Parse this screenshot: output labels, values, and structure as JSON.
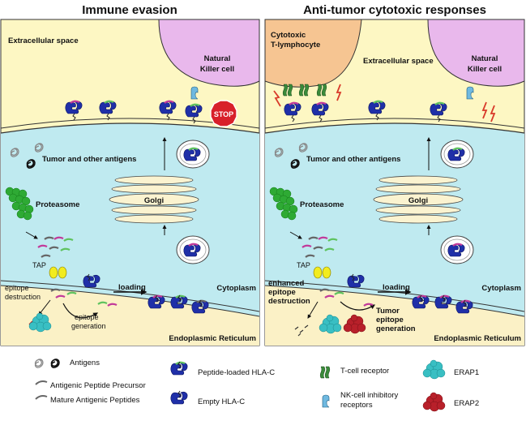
{
  "panels": {
    "left": {
      "title": "Immune evasion",
      "extracellular": "Extracellular space",
      "nk_cell": [
        "Natural",
        "Killer cell"
      ],
      "stop_sign": "STOP",
      "tumor_antigens": "Tumor and other antigens",
      "proteasome": "Proteasome",
      "golgi": "Golgi",
      "tap": "TAP",
      "loading": "loading",
      "cytoplasm": "Cytoplasm",
      "epitope_destruction": [
        "epitope",
        "destruction"
      ],
      "epitope_generation": [
        "epitope",
        "generation"
      ],
      "er": "Endoplasmic Reticulum"
    },
    "right": {
      "title": "Anti-tumor cytotoxic responses",
      "ctl": [
        "Cytotoxic",
        "T-lymphocyte"
      ],
      "extracellular": "Extracellular space",
      "nk_cell": [
        "Natural",
        "Killer cell"
      ],
      "tumor_antigens": "Tumor and other antigens",
      "proteasome": "Proteasome",
      "golgi": "Golgi",
      "tap": "TAP",
      "loading": "loading",
      "cytoplasm": "Cytoplasm",
      "enhanced_destruction": [
        "enhanced",
        "epitope",
        "destruction"
      ],
      "tumor_epitope_generation": [
        "Tumor",
        "epitope",
        "generation"
      ],
      "er": "Endoplasmic Reticulum"
    }
  },
  "legend": {
    "antigens": "Antigens",
    "precursor": "Antigenic Peptide Precursor",
    "mature": "Mature Antigenic Peptides",
    "peptide_loaded": "Peptide-loaded HLA-C",
    "empty": "Empty HLA-C",
    "tcr": "T-cell receptor",
    "nk_receptors": [
      "NK-cell inhibitory",
      "receptors"
    ],
    "erap1": "ERAP1",
    "erap2": "ERAP2"
  },
  "colors": {
    "extracellular": "#fdf7c3",
    "cytoplasm": "#bfeaf0",
    "er": "#fbf1c6",
    "nk": "#e9b8ec",
    "ctl": "#f6c592",
    "hla": "#1f2fa8",
    "erap1": "#39bfc3",
    "erap2": "#b8202a",
    "proteasome": "#2eaa34",
    "tap": "#f2ec1e",
    "tcr": "#3a8a3a",
    "nk_receptor": "#6fb9e0",
    "stop": "#d8202a",
    "lightning": "#d83a2a"
  }
}
